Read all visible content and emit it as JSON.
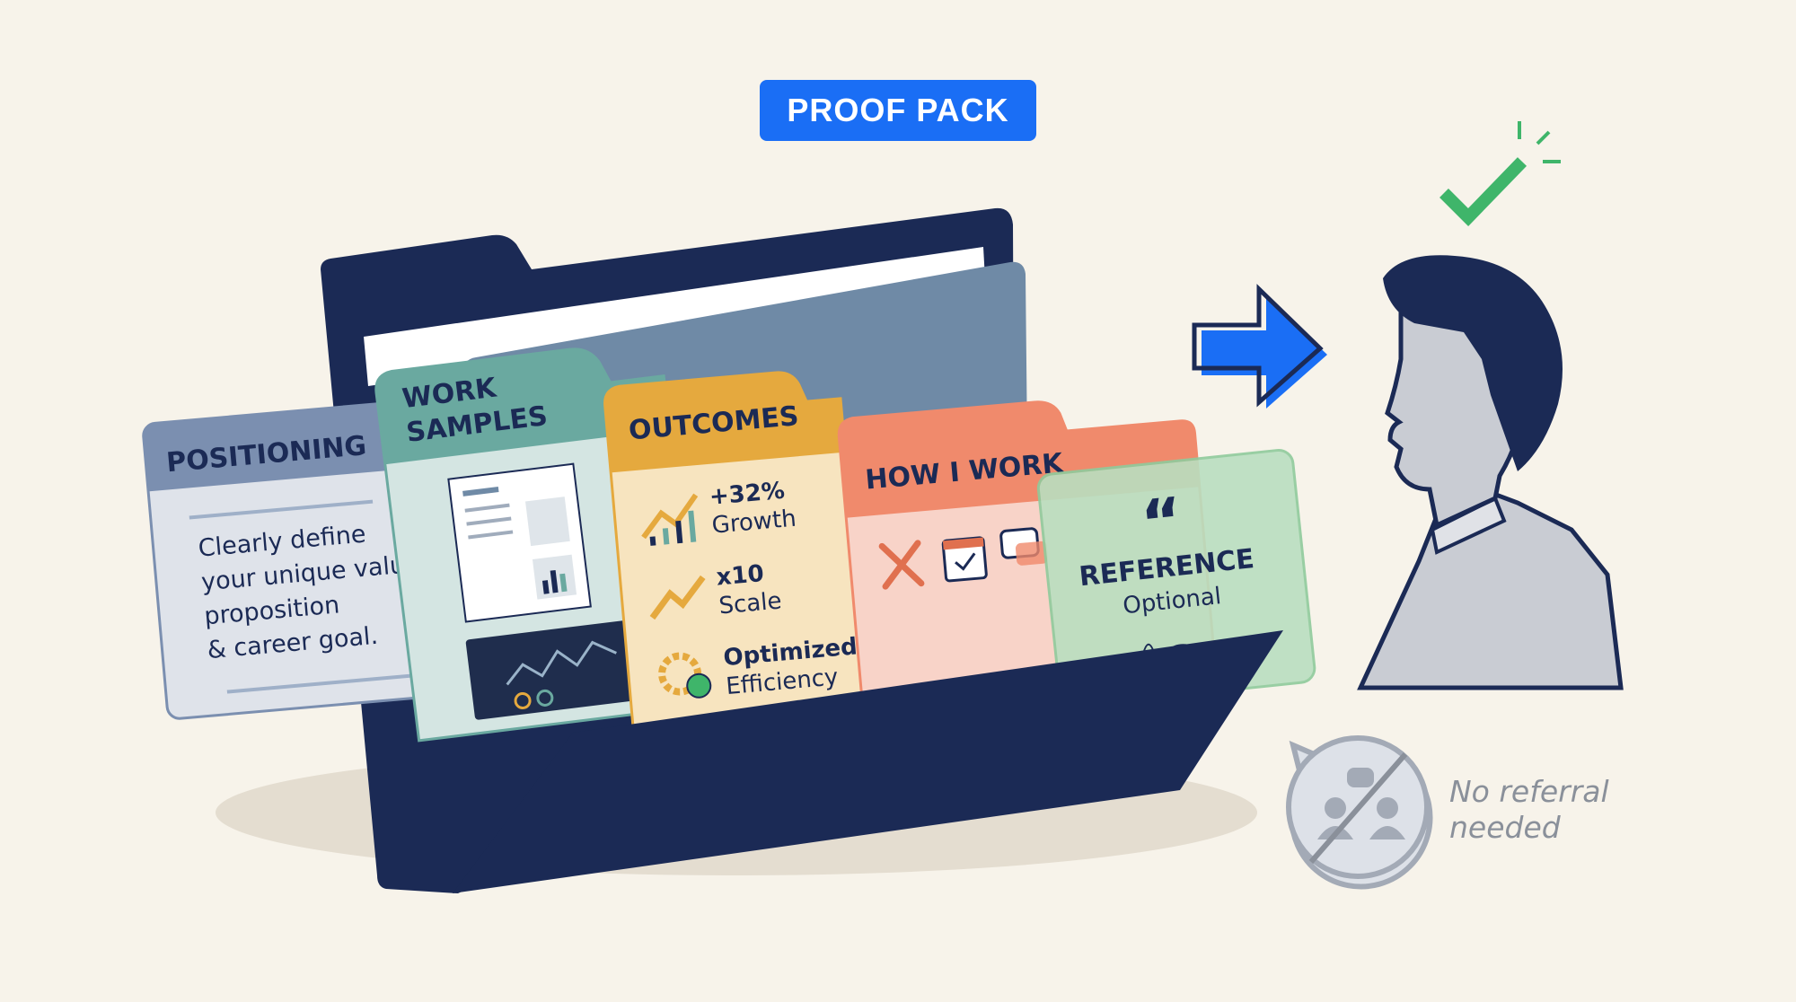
{
  "badge": {
    "label": "PROOF PACK",
    "color": "#1a6ef5"
  },
  "cards": {
    "positioning": {
      "title": "POSITIONING",
      "lines": [
        "Clearly define",
        "your unique value",
        "proposition",
        "& career goal."
      ],
      "color": "#7b8fb0"
    },
    "work_samples": {
      "title_lines": [
        "WORK",
        "SAMPLES"
      ],
      "color": "#6aa9a0"
    },
    "outcomes": {
      "title": "OUTCOMES",
      "color": "#e5a93e",
      "items": [
        {
          "value": "+32%",
          "label": "Growth",
          "icon": "growth-chart-icon"
        },
        {
          "value": "x10",
          "label": "Scale",
          "icon": "trend-arrow-icon"
        },
        {
          "value": "Optimized",
          "label": "Efficiency",
          "icon": "gear-check-icon"
        }
      ]
    },
    "how_i_work": {
      "title": "HOW I WORK",
      "color": "#f08a6c",
      "icons": [
        "tools-icon",
        "calendar-check-icon",
        "chat-bubbles-icon"
      ]
    },
    "reference": {
      "title": "REFERENCE",
      "subtitle": "Optional",
      "color": "#a8d4b0",
      "icons": [
        "quote-icon",
        "signature-icon"
      ]
    }
  },
  "folder_color": "#1b2a55",
  "arrow_color": "#1a6ef5",
  "check_color": "#3fb56a",
  "no_referral": {
    "lines": [
      "No referral",
      "needed"
    ],
    "icon": "no-referral-icon"
  }
}
